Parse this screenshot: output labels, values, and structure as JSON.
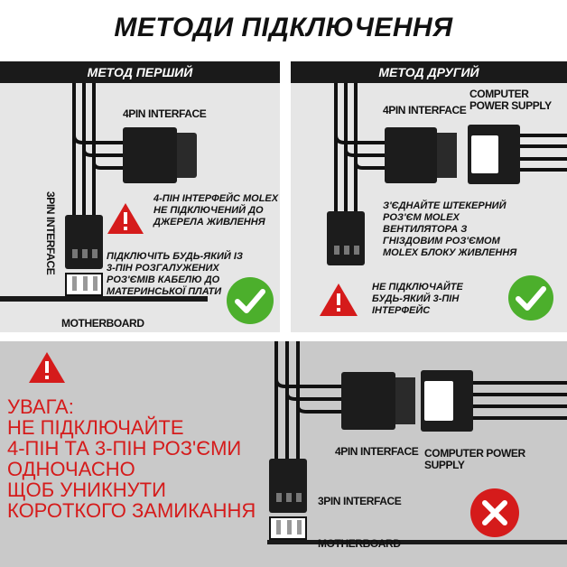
{
  "title": "МЕТОДИ ПІДКЛЮЧЕННЯ",
  "method_one": {
    "header": "МЕТОД ПЕРШИЙ",
    "label_4pin": "4PIN INTERFACE",
    "label_3pin": "3PIN INTERFACE",
    "label_motherboard": "MOTHERBOARD",
    "note_molex": [
      "4-ПІН ІНТЕРФЕЙС MOLEX",
      "НЕ ПІДКЛЮЧЕНИЙ ДО",
      "ДЖЕРЕЛА ЖИВЛЕННЯ"
    ],
    "note_3pin": [
      "ПІДКЛЮЧІТЬ БУДЬ-ЯКИЙ ІЗ",
      "3-ПІН РОЗГАЛУЖЕНИХ",
      "РОЗ'ЄМІВ КАБЕЛЮ ДО",
      "МАТЕРИНСЬКОЇ ПЛАТИ"
    ]
  },
  "method_two": {
    "header": "МЕТОД ДРУГИЙ",
    "label_4pin": "4PIN INTERFACE",
    "label_psu": [
      "COMPUTER",
      "POWER SUPPLY"
    ],
    "note_connect": [
      "З'ЄДНАЙТЕ ШТЕКЕРНИЙ",
      "РОЗ'ЄМ MOLEX",
      "ВЕНТИЛЯТОРА З",
      "ГНІЗДОВИМ РОЗ'ЄМОМ",
      "MOLEX БЛОКУ ЖИВЛЕННЯ"
    ],
    "note_no3pin": [
      "НЕ ПІДКЛЮЧАЙТЕ",
      "БУДЬ-ЯКИЙ 3-ПІН",
      "ІНТЕРФЕЙС"
    ]
  },
  "warning": {
    "lines": [
      "УВАГА:",
      "НЕ ПІДКЛЮЧАЙТЕ",
      "4-ПІН ТА 3-ПІН РОЗ'ЄМИ",
      "ОДНОЧАСНО",
      "ЩОБ УНИКНУТИ",
      "КОРОТКОГО ЗАМИКАННЯ"
    ],
    "label_4pin": "4PIN INTERFACE",
    "label_psu": "COMPUTER POWER SUPPLY",
    "label_3pin": "3PIN INTERFACE",
    "label_motherboard": "MOTHERBOARD"
  },
  "icons": {
    "warning": "warning-triangle-icon",
    "ok": "check-circle-icon",
    "error": "cross-circle-icon"
  },
  "colors": {
    "warning_red": "#d51b1b",
    "ok_green": "#4caf2c",
    "dark": "#1a1a1a",
    "panel_gray": "#e6e6e6",
    "bottom_gray": "#c9c9c9"
  }
}
